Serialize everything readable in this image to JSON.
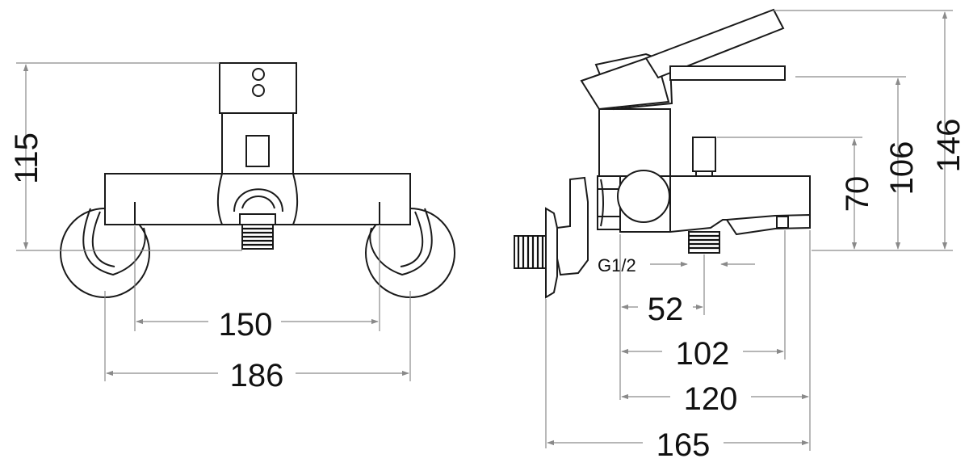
{
  "front_view": {
    "height_dim": "115",
    "inner_width_dim": "150",
    "outer_width_dim": "186"
  },
  "side_view": {
    "thread_label": "G1/2",
    "dims": {
      "d52": "52",
      "d102": "102",
      "d120": "120",
      "d165": "165",
      "d70": "70",
      "d106": "106",
      "d146": "146"
    }
  }
}
